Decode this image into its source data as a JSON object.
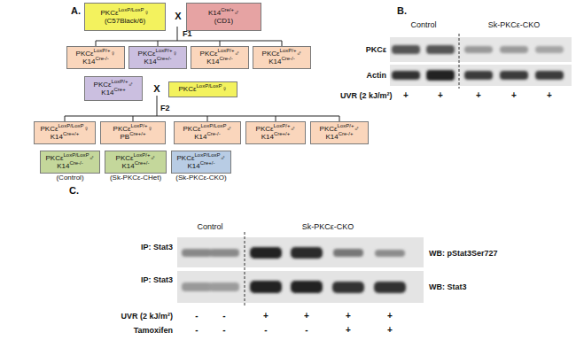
{
  "diagram": {
    "nodes": [
      {
        "text": [
          "PKCεLoxP/LoxP♀",
          "(C57Black/6)"
        ]
      },
      {
        "text": [
          "K14Cre/+♂",
          "(CD1)"
        ]
      },
      {
        "text": [
          "PKCεLoxP/+♀",
          "K14Cre-/-"
        ]
      },
      {
        "text": [
          "PKCεLoxP/+♀",
          "K14Cre+/-"
        ]
      },
      {
        "text": [
          "PKCεLoxP/+♂",
          "K14Cre-/-"
        ]
      },
      {
        "text": [
          "PKCεLoxP/+♂",
          "K14Cre-/-"
        ]
      },
      {
        "text": [
          "PKCεLoxP/+♂",
          "K14Cre+"
        ]
      },
      {
        "text": [
          "PKCεLoxP/LoxP♀"
        ]
      },
      {
        "text": [
          "PKCεLoxP/LoxP♀",
          "K14Cre+/+"
        ]
      },
      {
        "text": [
          "PKCεLoxP/+♀",
          "PBCre+/+"
        ]
      },
      {
        "text": [
          "PKCεLoxP/LoxP♂",
          "K14Cre-/-"
        ]
      },
      {
        "text": [
          "PKCεLoxP/+♂",
          "K14Cre+/+"
        ]
      },
      {
        "text": [
          "PKCεLoxP/+♂",
          "K14Cre-/+"
        ]
      },
      {
        "text": [
          "PKCεLoxP/LoxP♂",
          "K14Cre-/-",
          "(Control)"
        ]
      },
      {
        "text": [
          "PKCεLoxP/+♂",
          "K14Cre+/-",
          "(Sk-PKCε-CHet)"
        ]
      },
      {
        "text": [
          "PKCεLoxP/LoxP♂",
          "K14Cre+/-",
          "(Sk-PKCε-CKO)"
        ]
      }
    ],
    "labels": [
      "A.",
      "X",
      "F1",
      "X",
      "F2",
      "B.",
      "Control",
      "Sk-PKCε-CKO",
      "PKCε",
      "Actin",
      "UVR (2 kJ/m²)",
      "+",
      "+",
      "+",
      "+",
      "+",
      "C.",
      "Control",
      "Sk-PKCε-CKO",
      "IP: Stat3",
      "WB: pStat3Ser727",
      "IP: Stat3",
      "WB: Stat3",
      "UVR (2 kJ/m²)",
      "-",
      "-",
      "+",
      "+",
      "+",
      "+",
      "Tamoxifen",
      "-",
      "-",
      "-",
      "-",
      "+",
      "+"
    ]
  }
}
